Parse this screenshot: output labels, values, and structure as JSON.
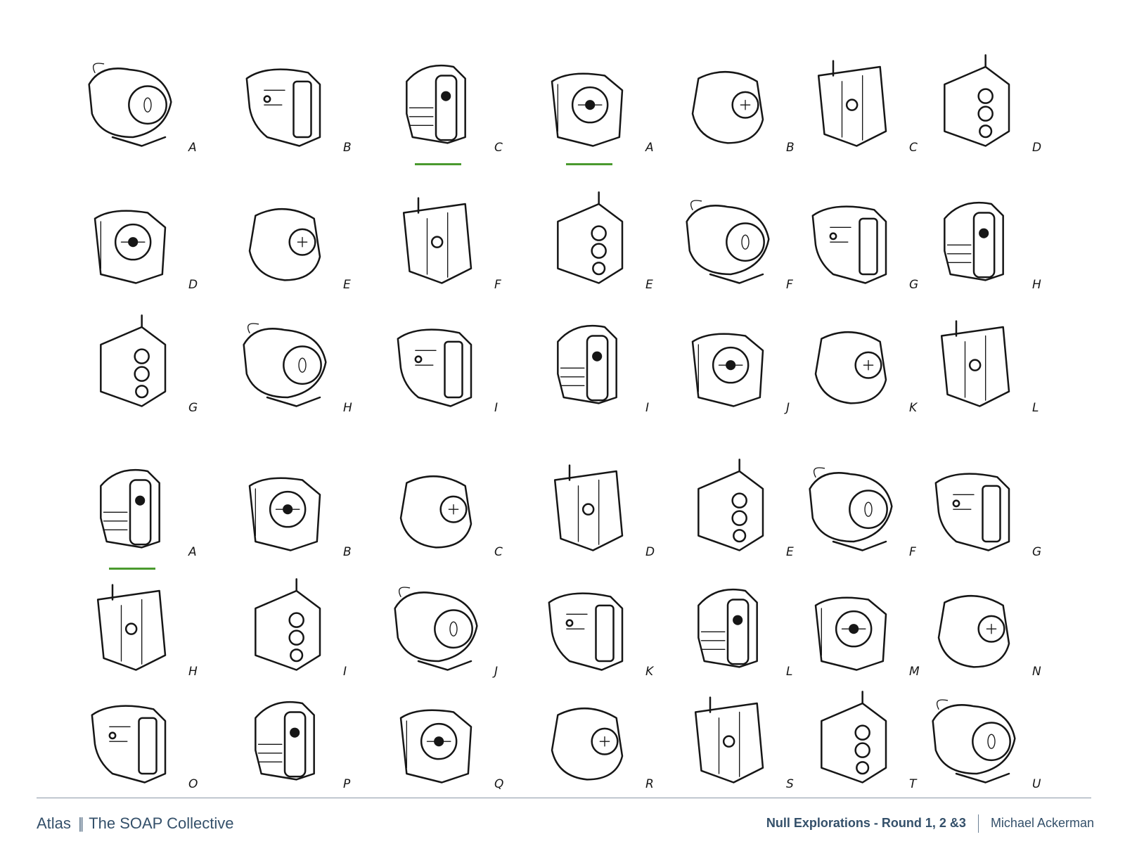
{
  "footer": {
    "studio": "Atlas",
    "separator": "||",
    "collective": "The SOAP Collective",
    "project": "Null Explorations - Round 1, 2 &3",
    "author": "Michael Ackerman"
  },
  "colors": {
    "selection": "#4a9a2e",
    "ink": "#161616",
    "footer_text": "#34506a"
  },
  "rows": [
    {
      "labels": [
        "A",
        "B",
        "C",
        "A",
        "B",
        "C",
        "D"
      ],
      "picked": [
        2,
        3
      ]
    },
    {
      "labels": [
        "D",
        "E",
        "F",
        "E",
        "F",
        "G",
        "H"
      ],
      "picked": []
    },
    {
      "labels": [
        "G",
        "H",
        "I",
        "I",
        "J",
        "K",
        "L"
      ],
      "picked": []
    },
    {
      "labels": [
        "A",
        "B",
        "C",
        "D",
        "E",
        "F",
        "G"
      ],
      "picked": [
        0
      ]
    },
    {
      "labels": [
        "H",
        "I",
        "J",
        "K",
        "L",
        "M",
        "N"
      ],
      "picked": []
    },
    {
      "labels": [
        "O",
        "P",
        "Q",
        "R",
        "S",
        "T",
        "U"
      ],
      "picked": []
    }
  ]
}
